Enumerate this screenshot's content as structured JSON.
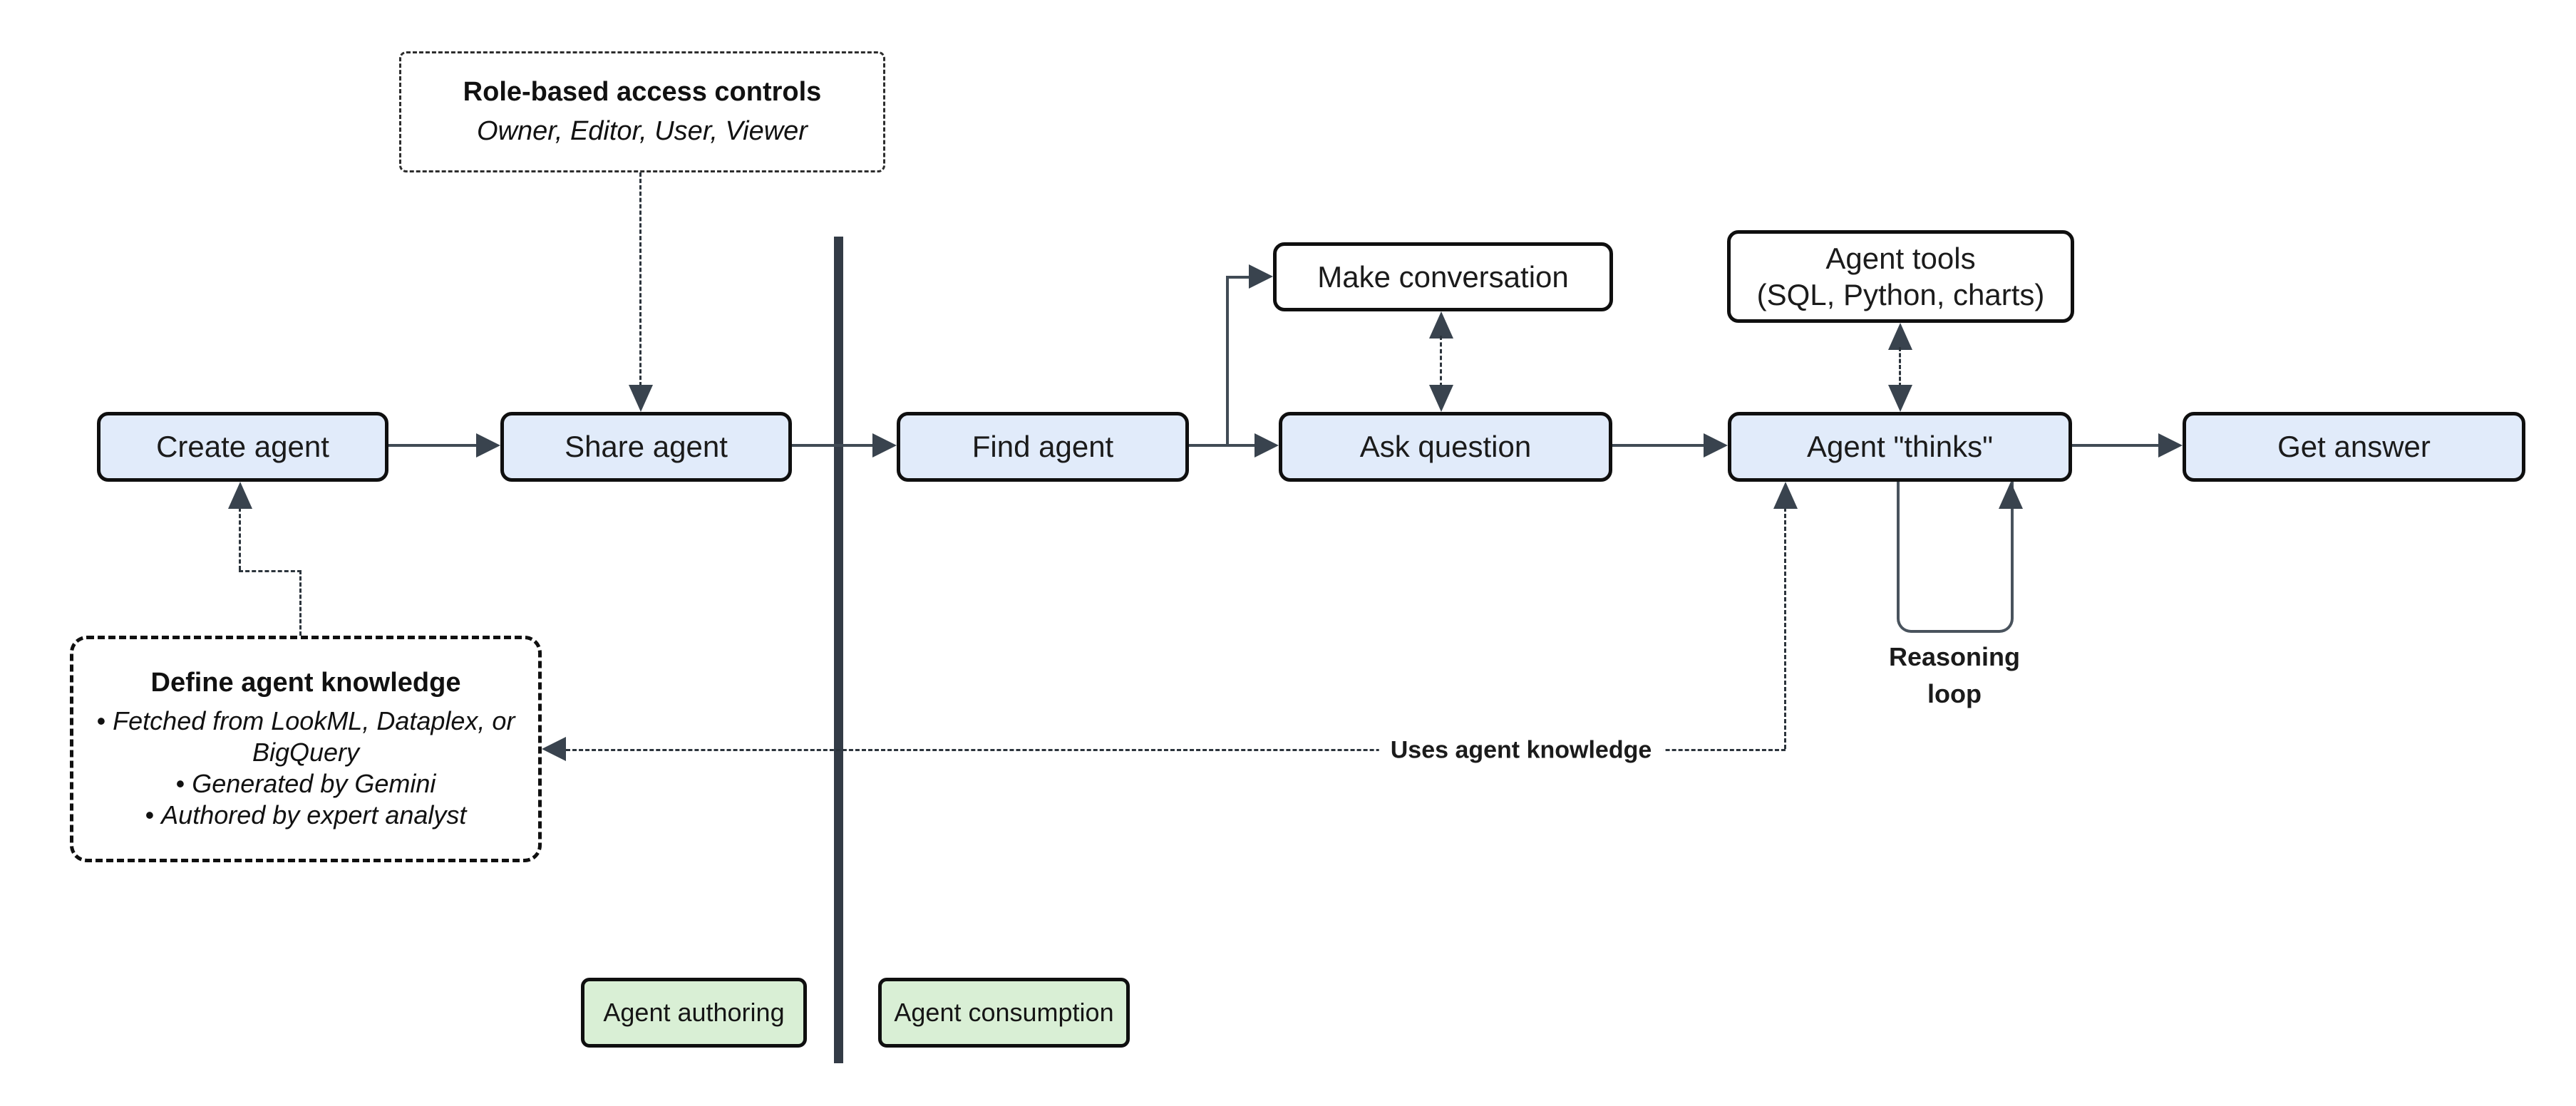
{
  "diagram": {
    "type": "flowchart",
    "nodes": {
      "create_agent": "Create agent",
      "share_agent": "Share agent",
      "find_agent": "Find agent",
      "ask_question": "Ask question",
      "agent_thinks": "Agent \"thinks\"",
      "get_answer": "Get answer",
      "make_conversation": "Make conversation",
      "agent_tools_line1": "Agent tools",
      "agent_tools_line2": "(SQL, Python, charts)"
    },
    "callouts": {
      "rbac": {
        "title": "Role-based access controls",
        "subtitle": "Owner, Editor, User, Viewer"
      },
      "define_knowledge": {
        "title": "Define agent knowledge",
        "bullets": [
          "Fetched from LookML, Dataplex, or BigQuery",
          "Generated by Gemini",
          "Authored by expert analyst"
        ]
      }
    },
    "edge_labels": {
      "uses_agent_knowledge": "Uses agent knowledge",
      "reasoning_loop_line1": "Reasoning",
      "reasoning_loop_line2": "loop"
    },
    "lanes": {
      "authoring": "Agent authoring",
      "consumption": "Agent consumption"
    },
    "colors": {
      "node_fill_blue": "#e1ebfa",
      "node_fill_white": "#ffffff",
      "lane_fill_green": "#d9efd5",
      "node_border": "#0f0f0f",
      "connector": "#414b55",
      "arrowhead": "#39434e",
      "divider": "#333b46",
      "background": "#ffffff",
      "text": "#111111"
    }
  }
}
